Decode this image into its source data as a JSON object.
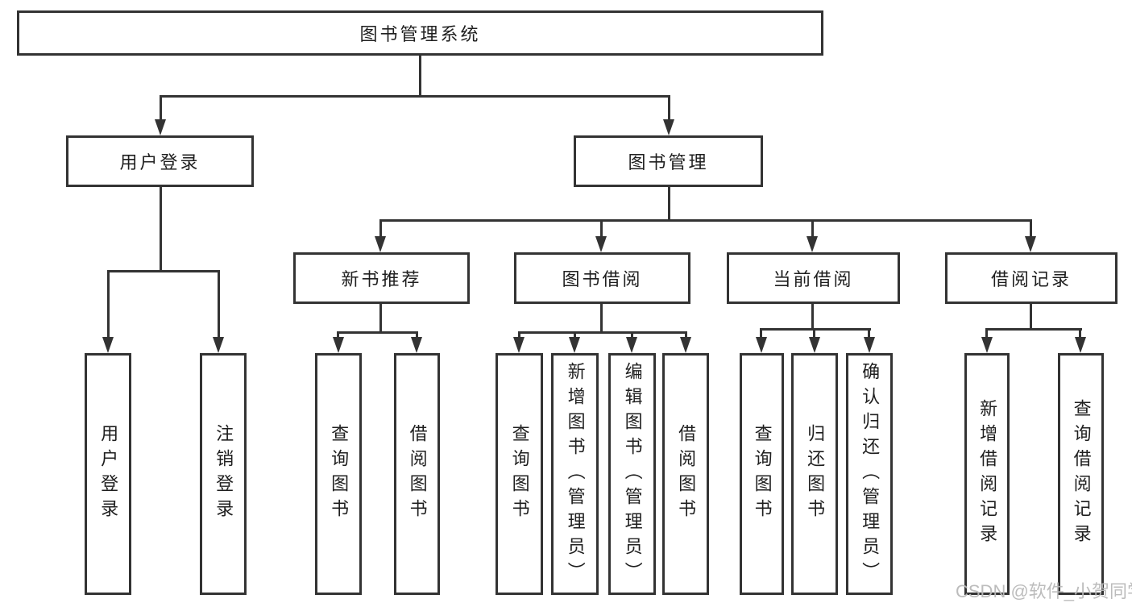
{
  "diagram_title": "图书管理系统",
  "colors": {
    "line": "#333333",
    "text": "#1f1f1f",
    "watermark": "#b9b9b9",
    "background": "#ffffff"
  },
  "nodes": {
    "system": {
      "label": "图书管理系统"
    },
    "user_login": {
      "label": "用户登录"
    },
    "book_management": {
      "label": "图书管理"
    },
    "new_book_recommend": {
      "label": "新书推荐"
    },
    "book_borrow": {
      "label": "图书借阅"
    },
    "current_borrow": {
      "label": "当前借阅"
    },
    "borrow_records": {
      "label": "借阅记录"
    },
    "user_login_leaf": {
      "label": "用户登录"
    },
    "logout_leaf": {
      "label": "注销登录"
    },
    "query_books_recommend": {
      "label": "查询图书"
    },
    "borrow_books_recommend": {
      "label": "借阅图书"
    },
    "query_books_borrow": {
      "label": "查询图书"
    },
    "add_book_admin": {
      "label": "新增图书（管理员）"
    },
    "edit_book_admin": {
      "label": "编辑图书（管理员）"
    },
    "borrow_books_borrow": {
      "label": "借阅图书"
    },
    "query_books_current": {
      "label": "查询图书"
    },
    "return_books": {
      "label": "归还图书"
    },
    "confirm_return_admin": {
      "label": "确认归还（管理员）"
    },
    "add_borrow_record": {
      "label": "新增借阅记录"
    },
    "query_borrow_record": {
      "label": "查询借阅记录"
    }
  },
  "watermark": "CSDN @软件_小贺同学",
  "hierarchy": {
    "root": "图书管理系统",
    "children": [
      {
        "label": "用户登录",
        "children": [
          "用户登录",
          "注销登录"
        ]
      },
      {
        "label": "图书管理",
        "children": [
          {
            "label": "新书推荐",
            "children": [
              "查询图书",
              "借阅图书"
            ]
          },
          {
            "label": "图书借阅",
            "children": [
              "查询图书",
              "新增图书（管理员）",
              "编辑图书（管理员）",
              "借阅图书"
            ]
          },
          {
            "label": "当前借阅",
            "children": [
              "查询图书",
              "归还图书",
              "确认归还（管理员）"
            ]
          },
          {
            "label": "借阅记录",
            "children": [
              "新增借阅记录",
              "查询借阅记录"
            ]
          }
        ]
      }
    ]
  }
}
